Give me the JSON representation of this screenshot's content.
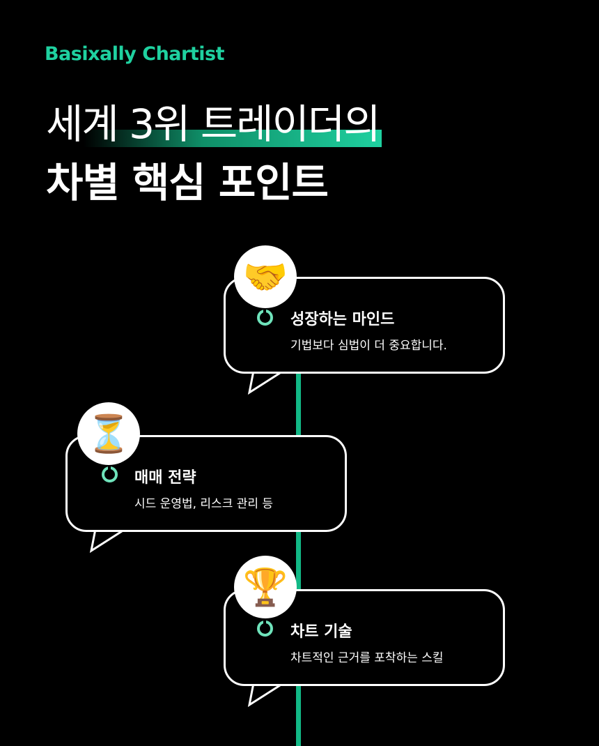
{
  "brand": "Basixally Chartist",
  "title_line1": "세계 3위 트레이더의",
  "title_line2": "차별 핵심 포인트",
  "accent": "#1fd1a0",
  "points": [
    {
      "icon": "handshake",
      "emoji": "🤝",
      "title": "성장하는 마인드",
      "desc": "기법보다 심법이 더 중요합니다."
    },
    {
      "icon": "hourglass",
      "emoji": "⏳",
      "title": "매매 전략",
      "desc": "시드 운영법, 리스크 관리 등"
    },
    {
      "icon": "trophy",
      "emoji": "🏆",
      "title": "차트 기술",
      "desc": "차트적인 근거를 포착하는 스킬"
    }
  ]
}
